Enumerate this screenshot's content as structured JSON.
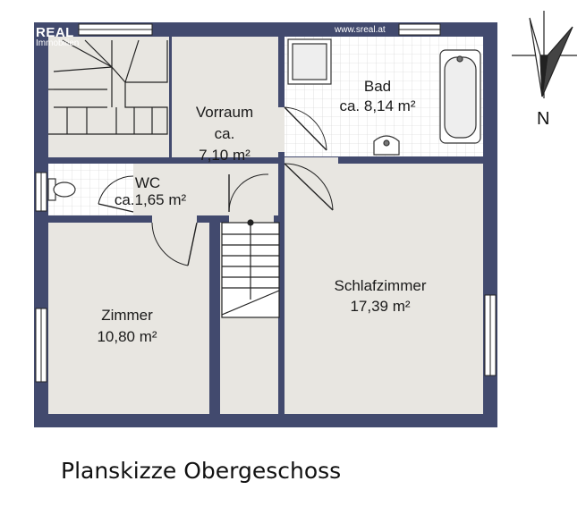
{
  "brand": {
    "name": "REAL",
    "subtitle": "Immobilien"
  },
  "website": "www.sreal.at",
  "compass": {
    "label": "N"
  },
  "caption": "Planskizze Obergeschoss",
  "colors": {
    "walls": "#424a6e",
    "floor": "#e8e6e1",
    "tile": "#ffffff",
    "tile_grid": "#c9c9c9"
  },
  "rooms": {
    "vorraum": {
      "name": "Vorraum",
      "line2": "ca.",
      "area": "7,10 m²"
    },
    "bad": {
      "name": "Bad",
      "area": "ca. 8,14 m²"
    },
    "wc": {
      "name": "WC",
      "area": "ca.1,65 m²"
    },
    "zimmer": {
      "name": "Zimmer",
      "area": "10,80 m²"
    },
    "schlafzimmer": {
      "name": "Schlafzimmer",
      "area": "17,39 m²"
    }
  }
}
